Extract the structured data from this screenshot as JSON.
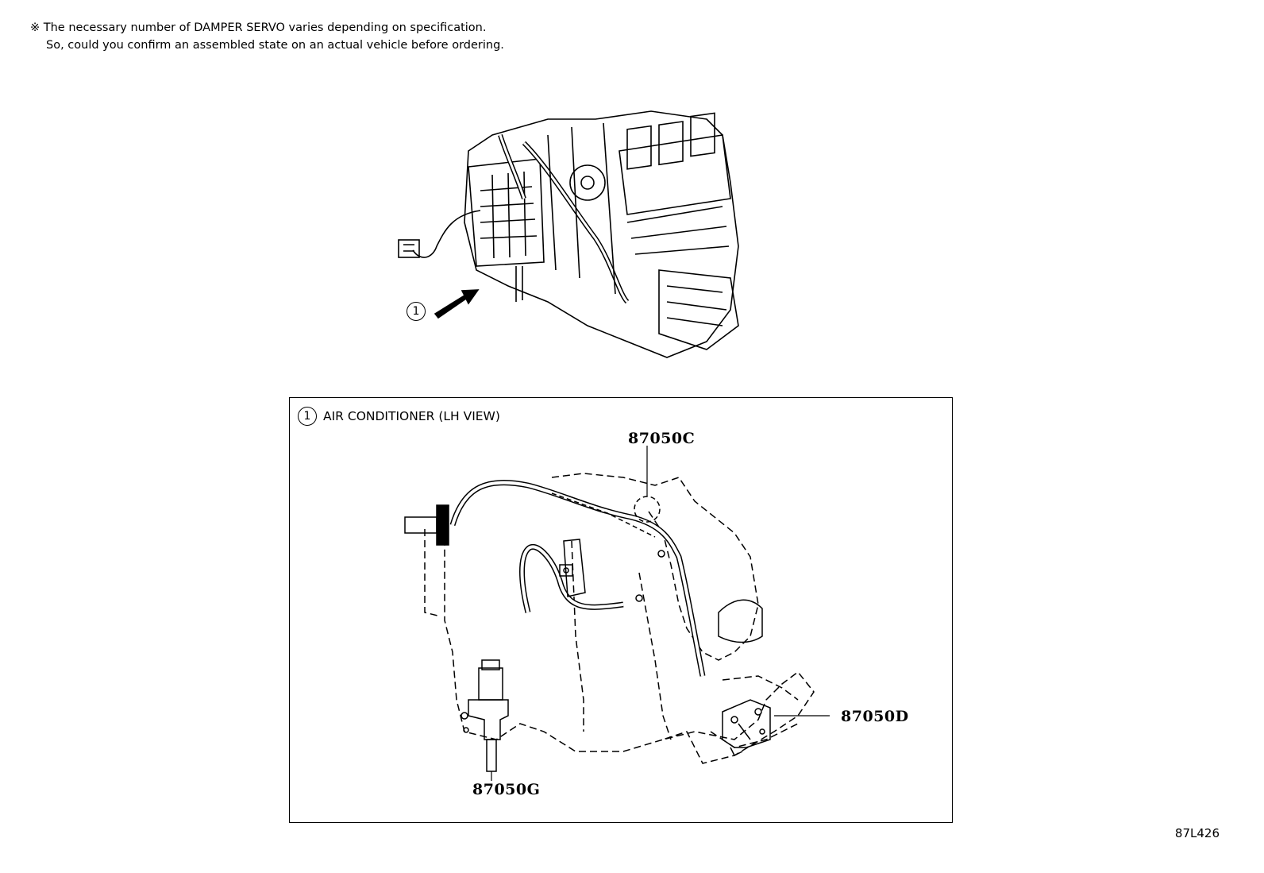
{
  "note": {
    "line1": "※ The necessary number of DAMPER SERVO varies depending on specification.",
    "line2": "So, could you confirm an assembled state on an actual vehicle before ordering."
  },
  "overview": {
    "callout_number": "1"
  },
  "detail": {
    "callout_number": "1",
    "title": "AIR CONDITIONER (LH VIEW)",
    "parts": {
      "c": "87050C",
      "d": "87050D",
      "g": "87050G"
    }
  },
  "ref_code": "87L426"
}
